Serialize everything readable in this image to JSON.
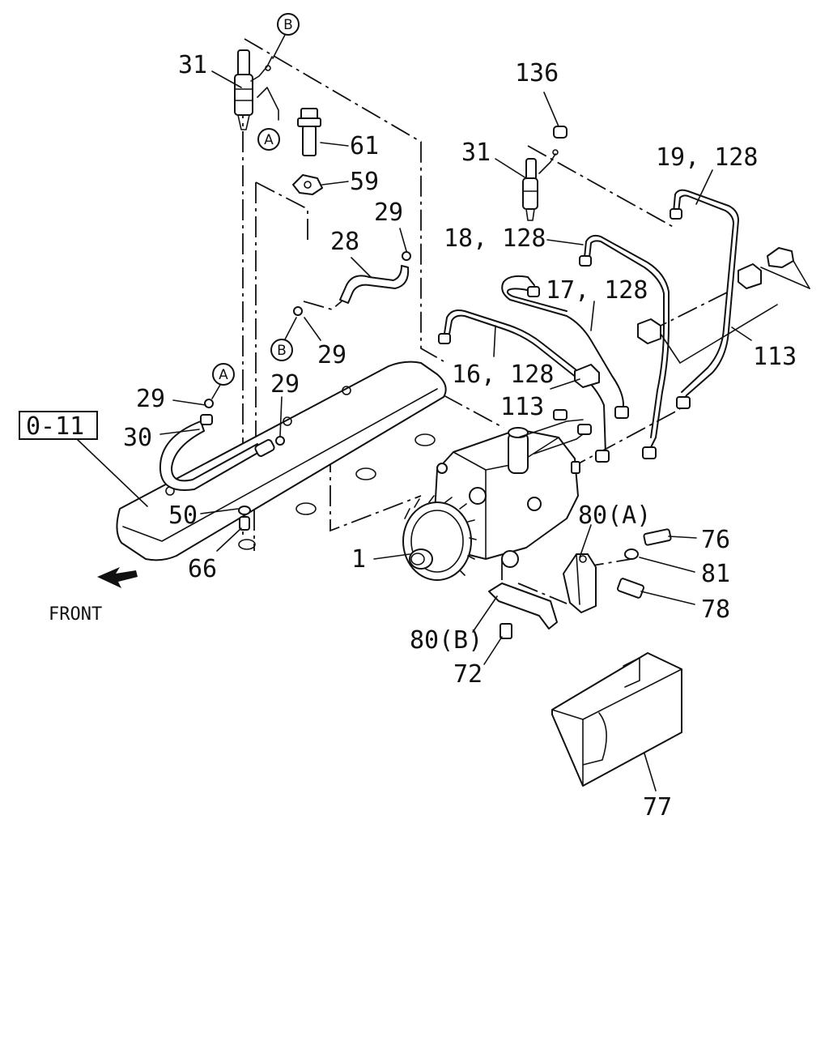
{
  "diagram": {
    "ref_box": "0-11",
    "front_label": "FRONT",
    "callouts": {
      "c31_top": "31",
      "c31_mid": "31",
      "c61": "61",
      "c59": "59",
      "c28": "28",
      "c29_a": "29",
      "c29_b": "29",
      "c29_c": "29",
      "c29_d": "29",
      "c30": "30",
      "c50": "50",
      "c66": "66",
      "c136": "136",
      "c19_128": "19, 128",
      "c18_128": "18, 128",
      "c17_128": "17, 128",
      "c16_128": "16, 128",
      "c113_a": "113",
      "c113_b": "113",
      "c1": "1",
      "c80a": "80(A)",
      "c80b": "80(B)",
      "c76": "76",
      "c81": "81",
      "c78": "78",
      "c72": "72",
      "c77": "77"
    },
    "circle_markers": {
      "b_top": "B",
      "a_top": "A",
      "b_mid": "B",
      "a_mid": "A"
    }
  }
}
